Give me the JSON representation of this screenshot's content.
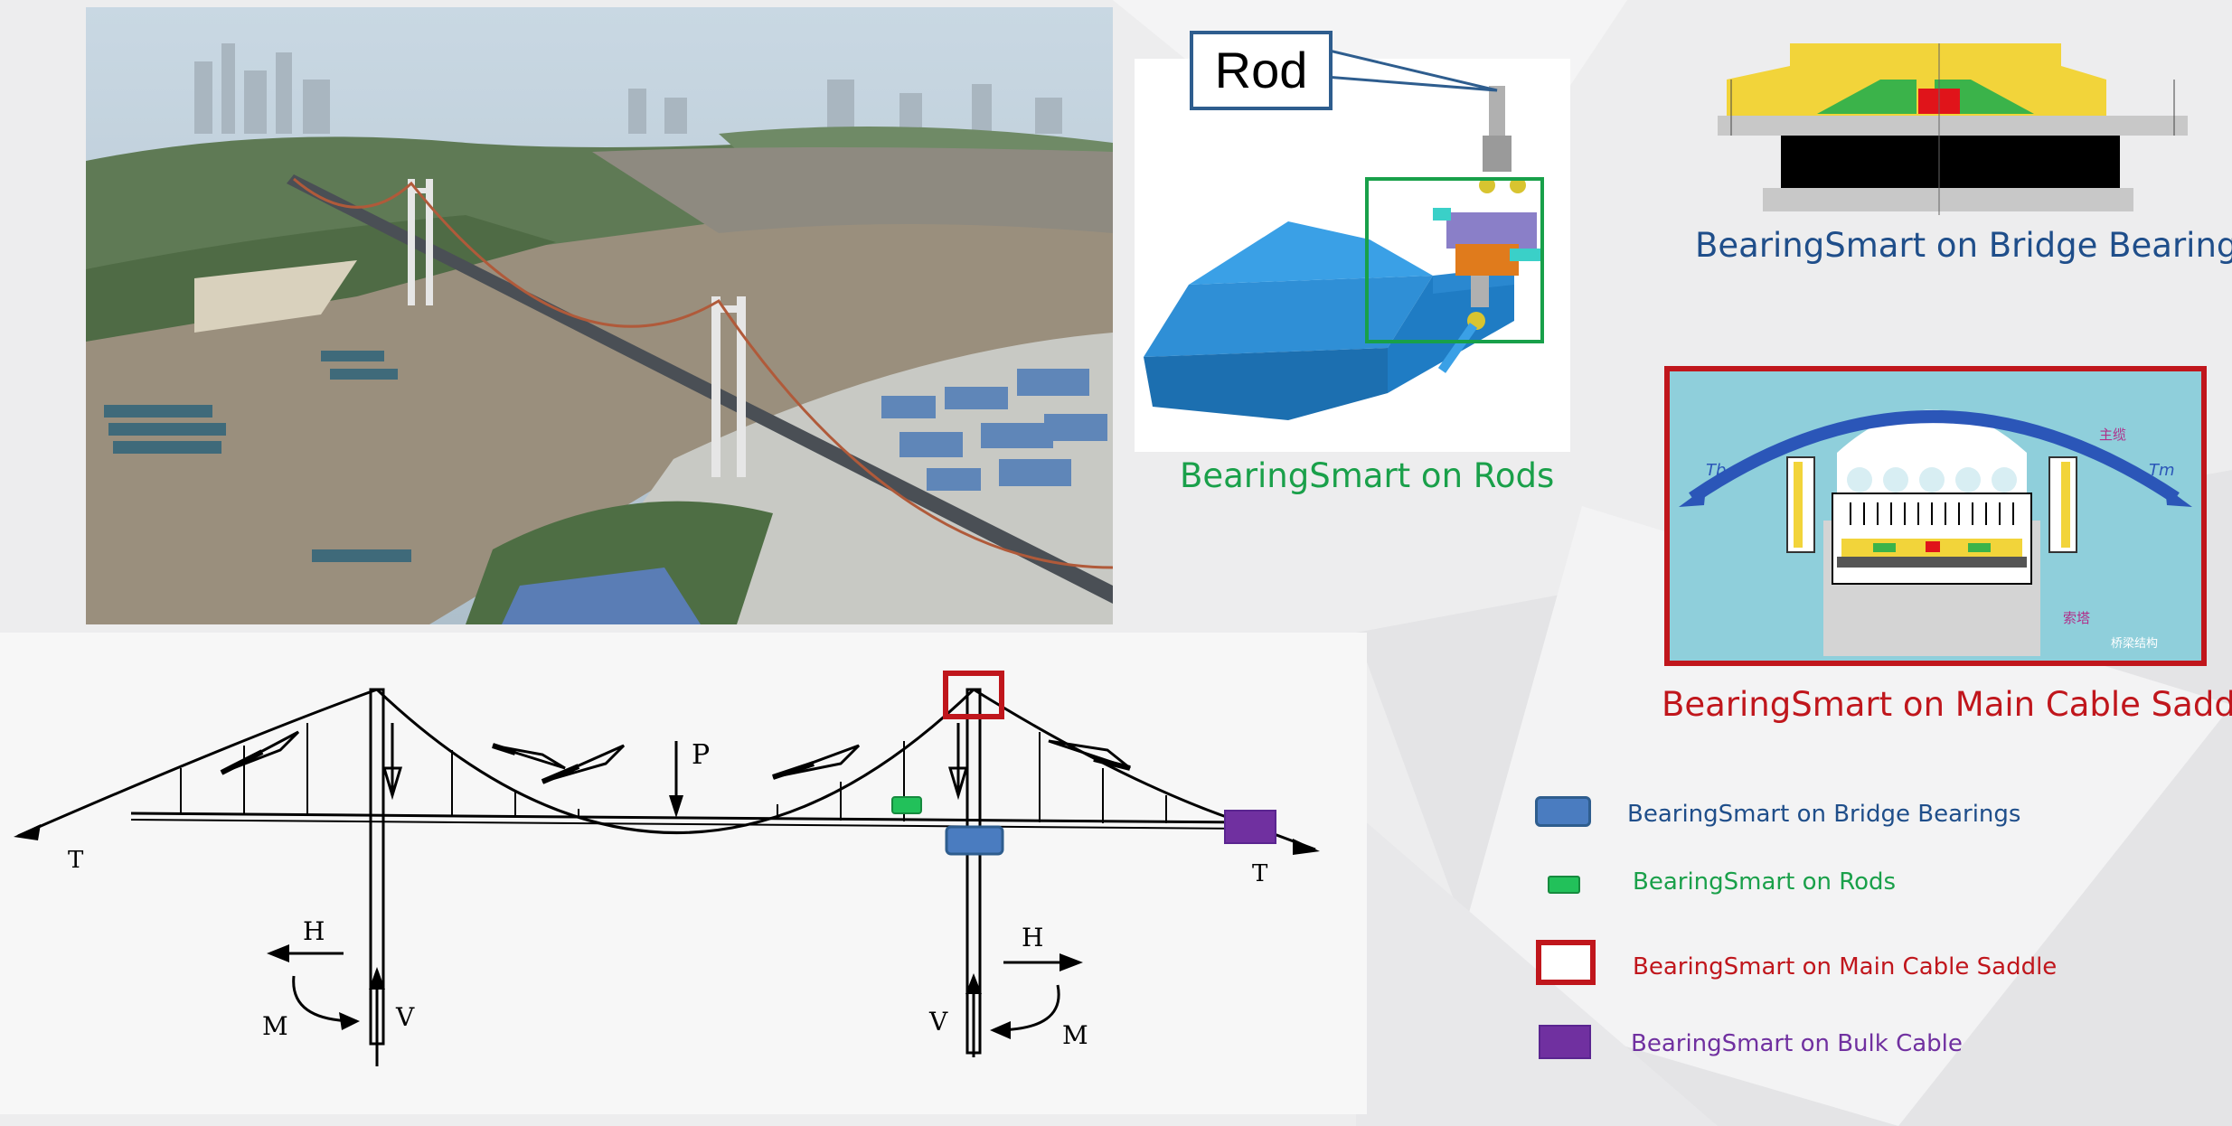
{
  "rods_panel": {
    "callout": "Rod",
    "caption": "BearingSmart on Rods"
  },
  "bearings_panel": {
    "caption": "BearingSmart on Bridge Bearings"
  },
  "saddle_panel": {
    "caption": "BearingSmart on Main Cable Saddle",
    "labels": {
      "main_cable": "主缆",
      "tower": "索塔",
      "tb": "Tb",
      "tm": "Tm",
      "watermark": "桥梁结构"
    }
  },
  "diagram": {
    "force_labels": {
      "t_left": "T",
      "t_right": "T",
      "p": "P",
      "h_left": "H",
      "h_right": "H",
      "v_left": "V",
      "v_right": "V",
      "m_left": "M",
      "m_right": "M"
    }
  },
  "legend": [
    {
      "label": "BearingSmart on Bridge Bearings",
      "color": "#1f4e8a",
      "swatch_fill": "#4a7cc0",
      "swatch_stroke": "#2e5d8e"
    },
    {
      "label": "BearingSmart on Rods",
      "color": "#1aa04a",
      "swatch_fill": "#22c15a",
      "swatch_stroke": "#168a3e"
    },
    {
      "label": "BearingSmart on Main Cable Saddle",
      "color": "#c0161c",
      "swatch_fill": "none",
      "swatch_stroke": "#c0161c"
    },
    {
      "label": "BearingSmart on Bulk Cable",
      "color": "#7030a0",
      "swatch_fill": "#7030a0",
      "swatch_stroke": "#5a2590"
    }
  ]
}
